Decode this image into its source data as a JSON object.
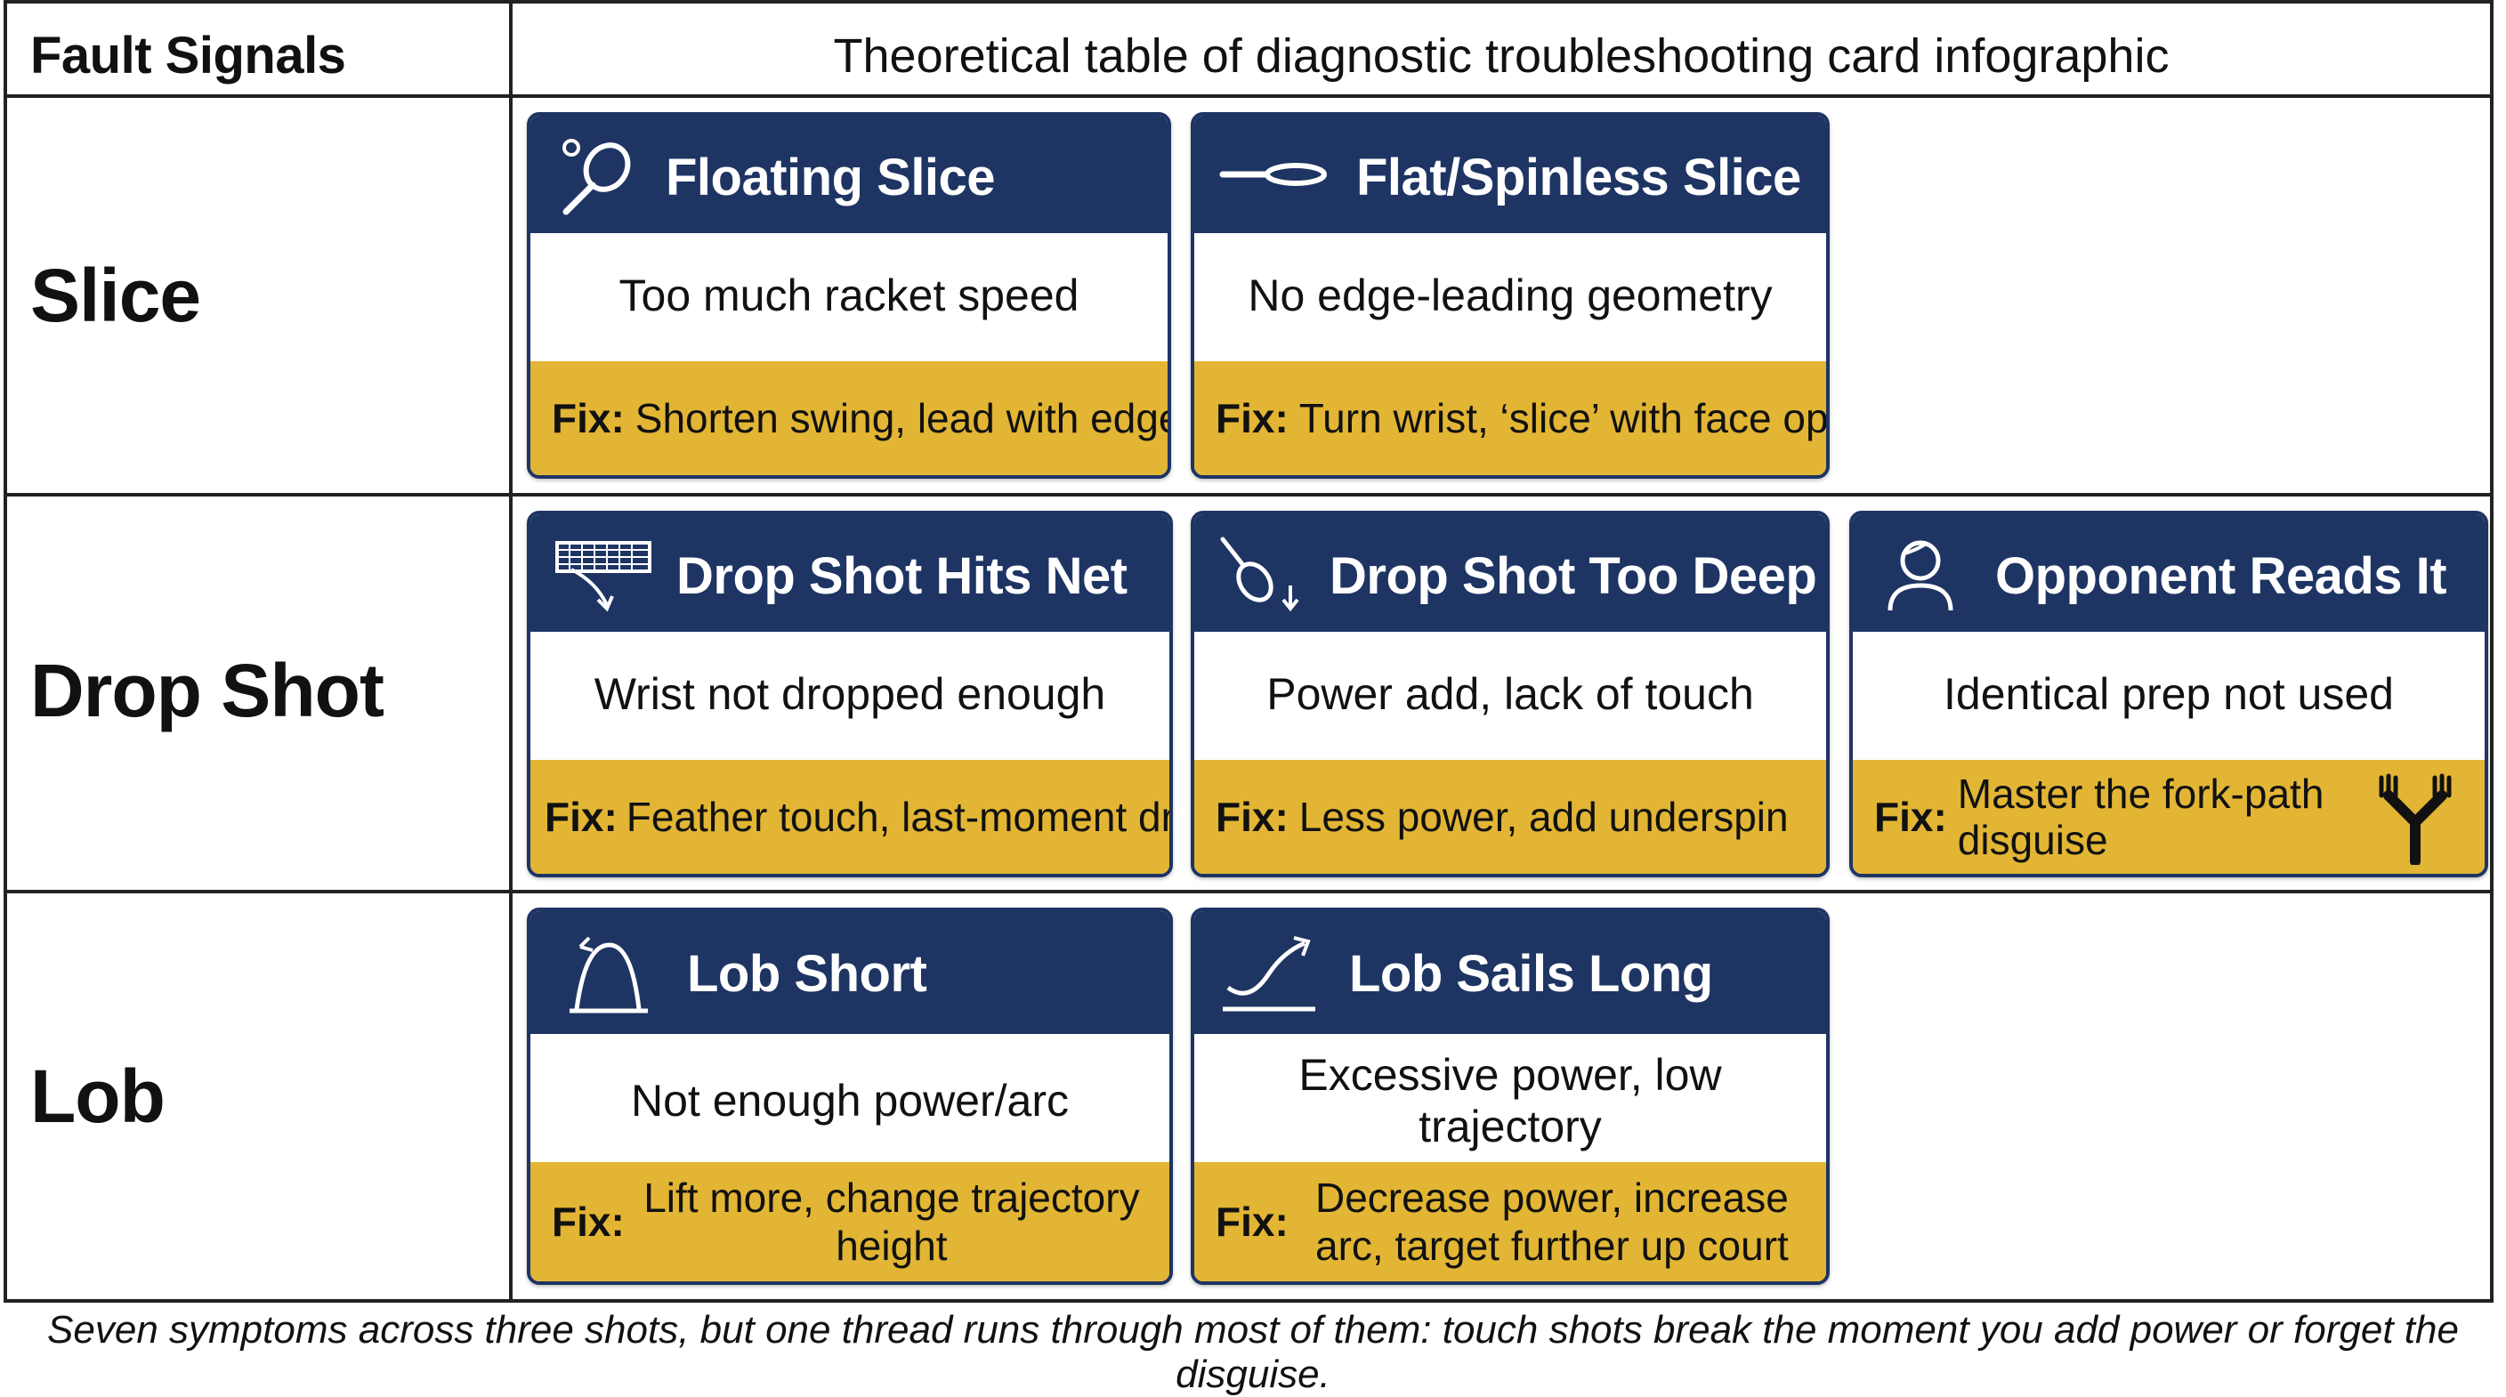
{
  "header": {
    "left": "Fault Signals",
    "right": "Theoretical table of diagnostic troubleshooting card infographic"
  },
  "rows": [
    {
      "label": "Slice",
      "cards": [
        {
          "icon": "racket-ball-icon",
          "title": "Floating Slice",
          "cause": "Too much racket speed",
          "fix_label": "Fix:",
          "fix": "Shorten swing, lead with edge"
        },
        {
          "icon": "flat-racket-icon",
          "title": "Flat/Spinless Slice",
          "cause": "No edge-leading geometry",
          "fix_label": "Fix:",
          "fix": "Turn wrist, ‘slice’ with face open"
        }
      ]
    },
    {
      "label": "Drop Shot",
      "cards": [
        {
          "icon": "net-arrow-icon",
          "title": "Drop Shot Hits Net",
          "cause": "Wrist not dropped enough",
          "fix_label": "Fix:",
          "fix": "Feather touch, last-moment drop"
        },
        {
          "icon": "racket-down-arrow-icon",
          "title": "Drop Shot Too Deep",
          "cause": "Power add, lack of touch",
          "fix_label": "Fix:",
          "fix": "Less power, add underspin"
        },
        {
          "icon": "person-icon",
          "title": "Opponent Reads It",
          "cause": "Identical prep not used",
          "fix_label": "Fix:",
          "fix": "Master the fork-path disguise",
          "extra_icon": "fork-path-icon"
        }
      ]
    },
    {
      "label": "Lob",
      "cards": [
        {
          "icon": "short-arc-icon",
          "title": "Lob Short",
          "cause": "Not enough power/arc",
          "fix_label": "Fix:",
          "fix": "Lift more, change trajectory height"
        },
        {
          "icon": "long-arc-icon",
          "title": "Lob Sails Long",
          "cause": "Excessive power, low trajectory",
          "fix_label": "Fix:",
          "fix": "Decrease power, increase arc, target further up court"
        }
      ]
    }
  ],
  "caption": "Seven symptoms across three shots, but one thread runs through most of them: touch shots break the moment you add power or forget the disguise.",
  "colors": {
    "navy": "#1e3463",
    "gold": "#e2b534"
  }
}
